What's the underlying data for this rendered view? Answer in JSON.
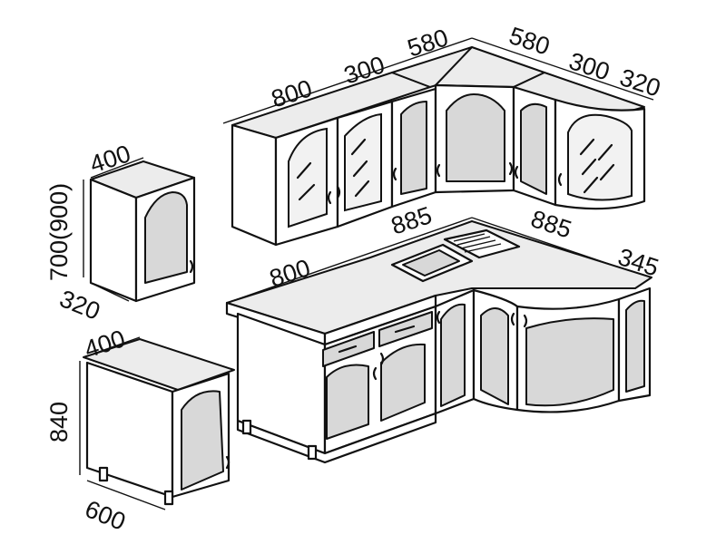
{
  "diagram": {
    "wall_top": [
      "800",
      "300",
      "580",
      "580",
      "300",
      "320"
    ],
    "base_top": [
      "800",
      "885",
      "885",
      "345"
    ],
    "wall_single": {
      "width": "400",
      "height": "700(900)",
      "depth": "320"
    },
    "base_single": {
      "width": "400",
      "height": "840",
      "depth": "600"
    }
  }
}
